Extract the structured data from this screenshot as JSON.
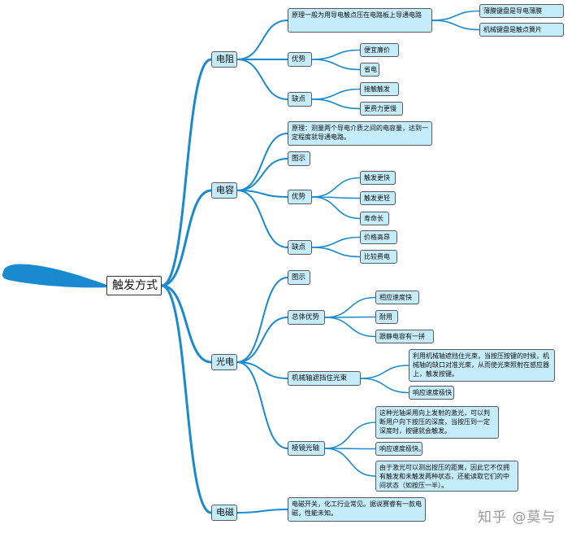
{
  "root": {
    "label": "触发方式"
  },
  "resistance": {
    "label": "电阻",
    "principle": "原理一般为用导电触点压在电路板上导通电路",
    "membrane": "薄膜键盘是导电薄膜",
    "mechanical": "机械键盘是触点簧片",
    "pros": "优势",
    "cheap": "便宜廉价",
    "power": "省电",
    "cons": "缺点",
    "contact": "接触触发",
    "effort": "更费力更慢"
  },
  "capacitive": {
    "label": "电容",
    "principle": "原理：测量两个导电介质之间的电容量，达到一定程度就导通电路。",
    "figure": "图示",
    "pros": "优势",
    "faster": "触发更快",
    "lighter": "触发更轻",
    "life": "寿命长",
    "cons": "缺点",
    "price": "价格高昂",
    "power": "比较费电"
  },
  "optical": {
    "label": "光电",
    "figure": "图示",
    "overall": "总体优势",
    "response": "相应速度快",
    "durable": "耐用",
    "quiet": "跟静电容有一拼",
    "shaft_block": "机械轴遮挡住光束",
    "shaft_desc": "利用机械轴遮挡住光束，当按压按键的时候，机械轴的缺口对准光束，从而使光束照射在感应器上，触发按键。",
    "shaft_fast": "响应速度极快",
    "prism": "棱镜光轴",
    "prism_desc": "这种光轴采用向上发射的激光，可以判断用户向下按压的深度，当按压到一定深度时，按键就会触发。",
    "prism_fast": "响应速度极快。",
    "prism_state": "由于激光可以测出按压的距离，因此它不仅拥有触发和未触发两种状态，还能读取它们的中间状态（如按压一半）。"
  },
  "magnetic": {
    "label": "电磁",
    "desc": "电磁开关，化工行业常见。据说赛睿有一款电磁，性能未知。"
  },
  "watermark": "知乎 @莫与",
  "colors": {
    "line": "#1a8ad0",
    "node_fill": "#c5ecfa",
    "border": "#5a5a5a"
  }
}
